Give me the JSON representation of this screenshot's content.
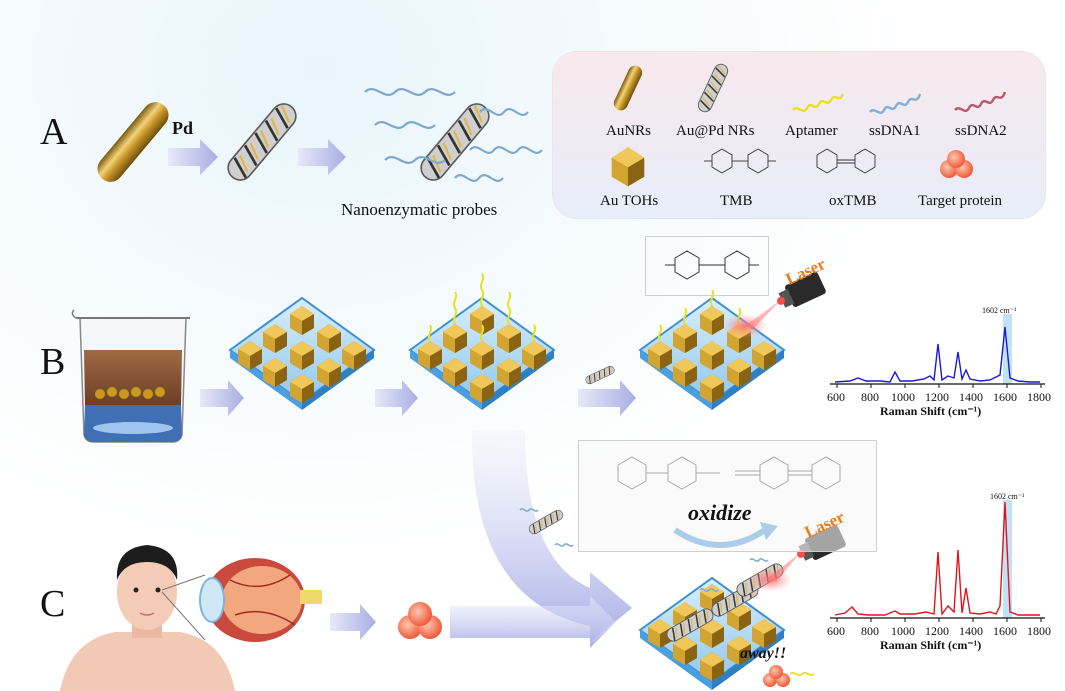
{
  "panels": {
    "a": "A",
    "b": "B",
    "c": "C"
  },
  "row_a": {
    "pd_label": "Pd",
    "probes_label": "Nanoenzymatic probes"
  },
  "legend": {
    "items": [
      {
        "key": "aunrs",
        "label": "AuNRs"
      },
      {
        "key": "aupd",
        "label": "Au@Pd NRs"
      },
      {
        "key": "aptamer",
        "label": "Aptamer"
      },
      {
        "key": "ssdna1",
        "label": "ssDNA1"
      },
      {
        "key": "ssdna2",
        "label": "ssDNA2"
      },
      {
        "key": "au_tohs",
        "label": "Au TOHs"
      },
      {
        "key": "tmb",
        "label": "TMB"
      },
      {
        "key": "oxtmb",
        "label": "oxTMB"
      },
      {
        "key": "target",
        "label": "Target protein"
      }
    ]
  },
  "laser_label": "Laser",
  "oxidize_label": "oxidize",
  "away_label": "away!!",
  "spectra": [
    {
      "id": "b",
      "color": "#1a1ad6",
      "peak_label": "1602 cm⁻¹",
      "xlabel": "Raman Shift (cm⁻¹)",
      "xticks": [
        "600",
        "800",
        "1000",
        "1200",
        "1400",
        "1600",
        "1800"
      ]
    },
    {
      "id": "c",
      "color": "#e0141a",
      "peak_label": "1602 cm⁻¹",
      "xlabel": "Raman Shift (cm⁻¹)",
      "xticks": [
        "600",
        "800",
        "1000",
        "1200",
        "1400",
        "1600",
        "1800"
      ]
    }
  ],
  "colors": {
    "gold": "#c99a1f",
    "arrow": "#b9bde8",
    "substrate": "#9fd0f0"
  }
}
